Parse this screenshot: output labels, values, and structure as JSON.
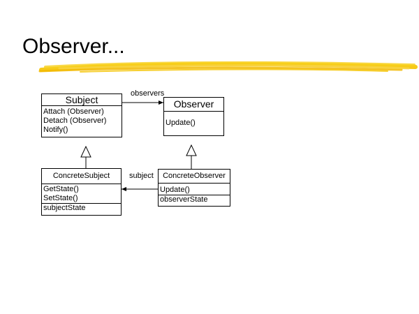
{
  "slide": {
    "title": "Observer..."
  },
  "colors": {
    "accent_stroke": "#f5c400",
    "line": "#000000"
  },
  "classes": {
    "subject": {
      "name": "Subject",
      "operations": [
        "Attach (Observer)",
        "Detach (Observer)",
        "Notify()"
      ]
    },
    "observer": {
      "name": "Observer",
      "operations": [
        "Update()"
      ]
    },
    "concrete_subject": {
      "name": "ConcreteSubject",
      "operations": [
        "GetState()",
        "SetState()"
      ],
      "attributes": [
        "subjectState"
      ]
    },
    "concrete_observer": {
      "name": "ConcreteObserver",
      "operations": [
        "Update()"
      ],
      "attributes": [
        "observerState"
      ]
    }
  },
  "associations": {
    "observers_label": "observers",
    "subject_label": "subject"
  }
}
